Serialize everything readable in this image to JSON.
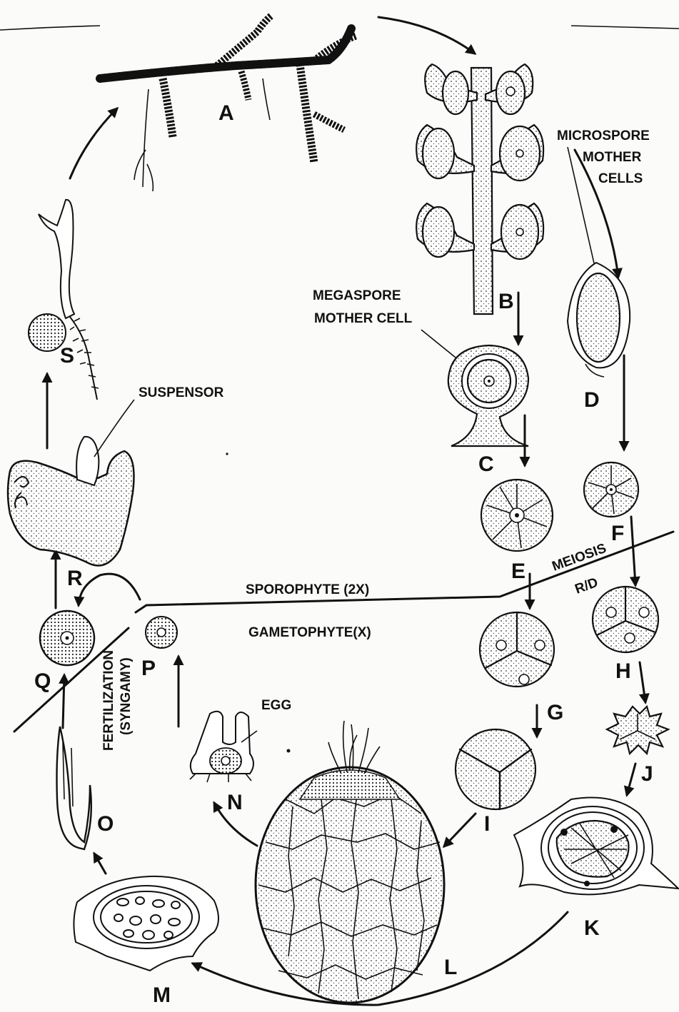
{
  "stages": {
    "a": "A",
    "b": "B",
    "c": "C",
    "d": "D",
    "e": "E",
    "f": "F",
    "g": "G",
    "h": "H",
    "i": "I",
    "j": "J",
    "k": "K",
    "l": "L",
    "m": "M",
    "n": "N",
    "o": "O",
    "p": "P",
    "q": "Q",
    "r": "R",
    "s": "S"
  },
  "labels": {
    "microspore_line1": "MICROSPORE",
    "microspore_line2": "MOTHER",
    "microspore_line3": "CELLS",
    "megaspore_line1": "MEGASPORE",
    "megaspore_line2": "MOTHER CELL",
    "suspensor": "SUSPENSOR",
    "sporophyte": "SPOROPHYTE (2X)",
    "gametophyte": "GAMETOPHYTE(X)",
    "meiosis": "MEIOSIS",
    "rd": "R/D",
    "egg": "EGG",
    "fertilization_line1": "FERTILIZATION",
    "fertilization_line2": "(SYNGAMY)"
  }
}
